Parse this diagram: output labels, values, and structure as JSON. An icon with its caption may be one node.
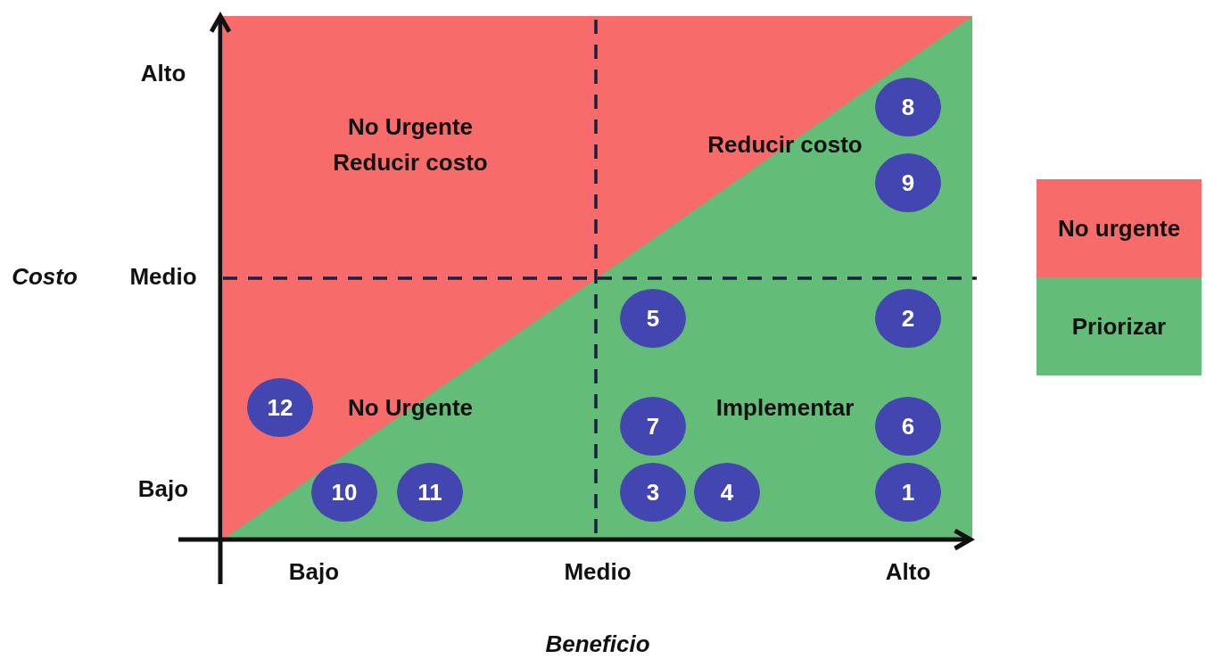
{
  "diagram": {
    "nodes": [
      {
        "text": [
          "8"
        ]
      },
      {
        "text": [
          "9"
        ]
      },
      {
        "text": [
          "5"
        ]
      },
      {
        "text": [
          "2"
        ]
      },
      {
        "text": [
          "12"
        ]
      },
      {
        "text": [
          "7"
        ]
      },
      {
        "text": [
          "6"
        ]
      },
      {
        "text": [
          "10"
        ]
      },
      {
        "text": [
          "11"
        ]
      },
      {
        "text": [
          "3"
        ]
      },
      {
        "text": [
          "4"
        ]
      },
      {
        "text": [
          "1"
        ]
      }
    ],
    "edges": [],
    "labels": [
      "Alto",
      "No Urgente Reducir costo",
      "Reducir costo",
      "Costo",
      "Medio",
      "No Urgente",
      "Implementar",
      "Bajo",
      "Bajo",
      "Medio",
      "Alto",
      "Beneficio"
    ],
    "legend": [
      {
        "text": "No urgente",
        "color": "#f76b6b"
      },
      {
        "text": "Priorizar",
        "color": "#63bd78"
      }
    ]
  }
}
